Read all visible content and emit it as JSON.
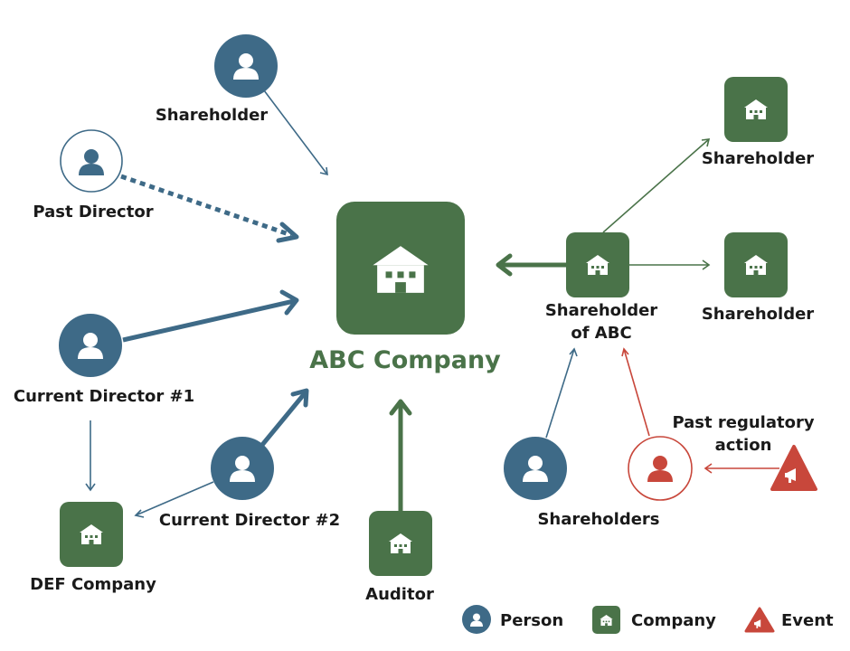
{
  "colors": {
    "person": "#3e6a87",
    "company": "#4a7349",
    "event": "#c8473b",
    "text": "#1a1a1a"
  },
  "labels": {
    "top_shareholder": "Shareholder",
    "past_director": "Past Director",
    "abc_company": "ABC Company",
    "current_director_1": "Current Director #1",
    "current_director_2": "Current Director #2",
    "def_company": "DEF Company",
    "auditor": "Auditor",
    "shareholder_of_abc_line1": "Shareholder",
    "shareholder_of_abc_line2": "of ABC",
    "right_shareholder_top": "Shareholder",
    "right_shareholder_mid": "Shareholder",
    "shareholders": "Shareholders",
    "past_regulatory_line1": "Past regulatory",
    "past_regulatory_line2": "action"
  },
  "legend": [
    {
      "label": "Person",
      "icon": "person-icon"
    },
    {
      "label": "Company",
      "icon": "building-icon"
    },
    {
      "label": "Event",
      "icon": "megaphone-icon"
    }
  ]
}
